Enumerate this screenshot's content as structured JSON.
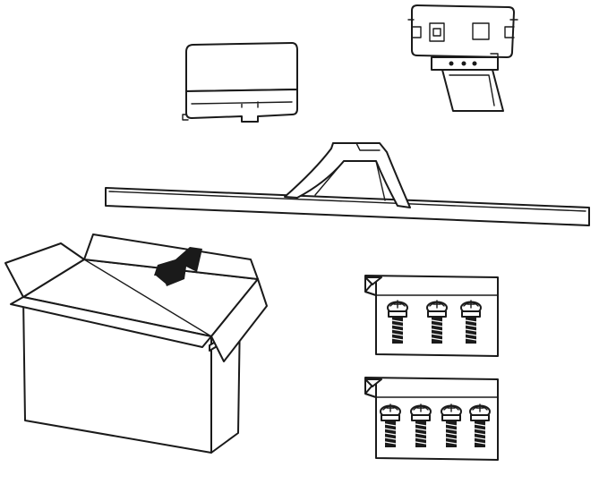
{
  "diagram": {
    "type": "packaging-contents-illustration",
    "colors": {
      "line": "#1a1a1a",
      "background": "#ffffff"
    },
    "components": [
      {
        "id": "stand-cover",
        "icon": "stand-cover-icon"
      },
      {
        "id": "stand-bracket",
        "icon": "stand-bracket-icon"
      },
      {
        "id": "stand-base",
        "icon": "stand-base-icon"
      },
      {
        "id": "box",
        "icon": "shipping-box-icon",
        "arrow": "up-arrow-icon"
      },
      {
        "id": "screw-pack-small",
        "icon": "screw-pack-icon",
        "screw_count": 3
      },
      {
        "id": "screw-pack-large",
        "icon": "screw-pack-icon",
        "screw_count": 4
      }
    ]
  }
}
